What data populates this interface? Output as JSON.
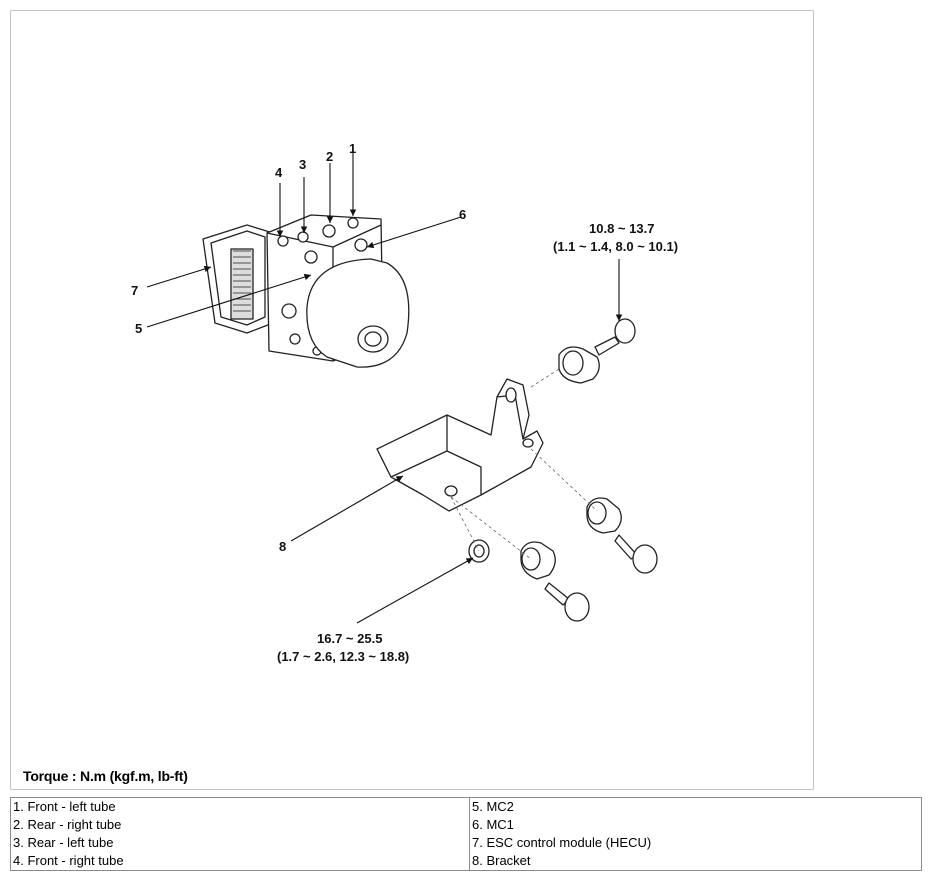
{
  "callouts": [
    "1",
    "2",
    "3",
    "4",
    "5",
    "6",
    "7",
    "8"
  ],
  "torque_top": {
    "nm": "10.8 ~ 13.7",
    "alt": "(1.1 ~ 1.4, 8.0 ~ 10.1)"
  },
  "torque_bottom": {
    "nm": "16.7 ~ 25.5",
    "alt": "(1.7 ~ 2.6, 12.3 ~ 18.8)"
  },
  "torque_note": "Torque : N.m (kgf.m, lb-ft)",
  "legend": {
    "left": [
      "1. Front - left tube",
      "2. Rear - right tube",
      "3. Rear - left tube",
      "4. Front - right tube"
    ],
    "right": [
      "5. MC2",
      "6. MC1",
      "7. ESC control module (HECU)",
      "8. Bracket"
    ]
  }
}
